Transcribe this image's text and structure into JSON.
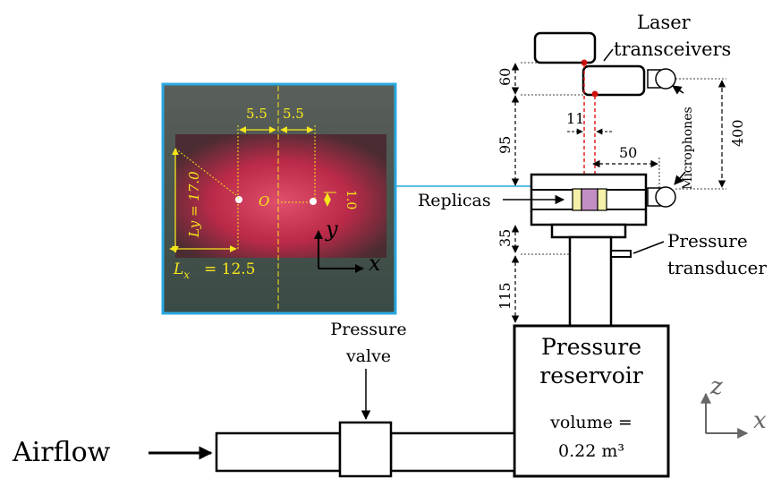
{
  "labels": {
    "airflow": "Airflow",
    "pressure_valve_line1": "Pressure",
    "pressure_valve_line2": "valve",
    "reservoir_line1": "Pressure",
    "reservoir_line2": "reservoir",
    "volume_line1": "volume =",
    "volume_line2": "0.22 m³",
    "replicas": "Replicas",
    "pressure_transducer_line1": "Pressure",
    "pressure_transducer_line2": "transducer",
    "laser_line1": "Laser",
    "laser_line2": "transceivers",
    "microphones": "Microphones"
  },
  "dimensions": {
    "d60": "60",
    "d95": "95",
    "d35": "35",
    "d115": "115",
    "d11": "11",
    "d50": "50",
    "d400": "400"
  },
  "photo_inset": {
    "dim_left": "5.5",
    "dim_right": "5.5",
    "origin": "O",
    "dim_small": "1.0",
    "ly_label": "Ly = 17.0",
    "lx_label": "L",
    "lx_sub": "x",
    "lx_value": "=  12.5",
    "axis_x": "x",
    "axis_y": "y",
    "highlight_color": "#f5e61a",
    "border_color": "#2aa8e0"
  },
  "corner_axes": {
    "x": "x",
    "z": "z"
  },
  "colors": {
    "replica_fill": "#c28fc4",
    "replica_side": "#f4f0a8",
    "laser_beam": "#e02020",
    "laser_dot": "#d01010",
    "connector_line": "#2aa8e0"
  }
}
